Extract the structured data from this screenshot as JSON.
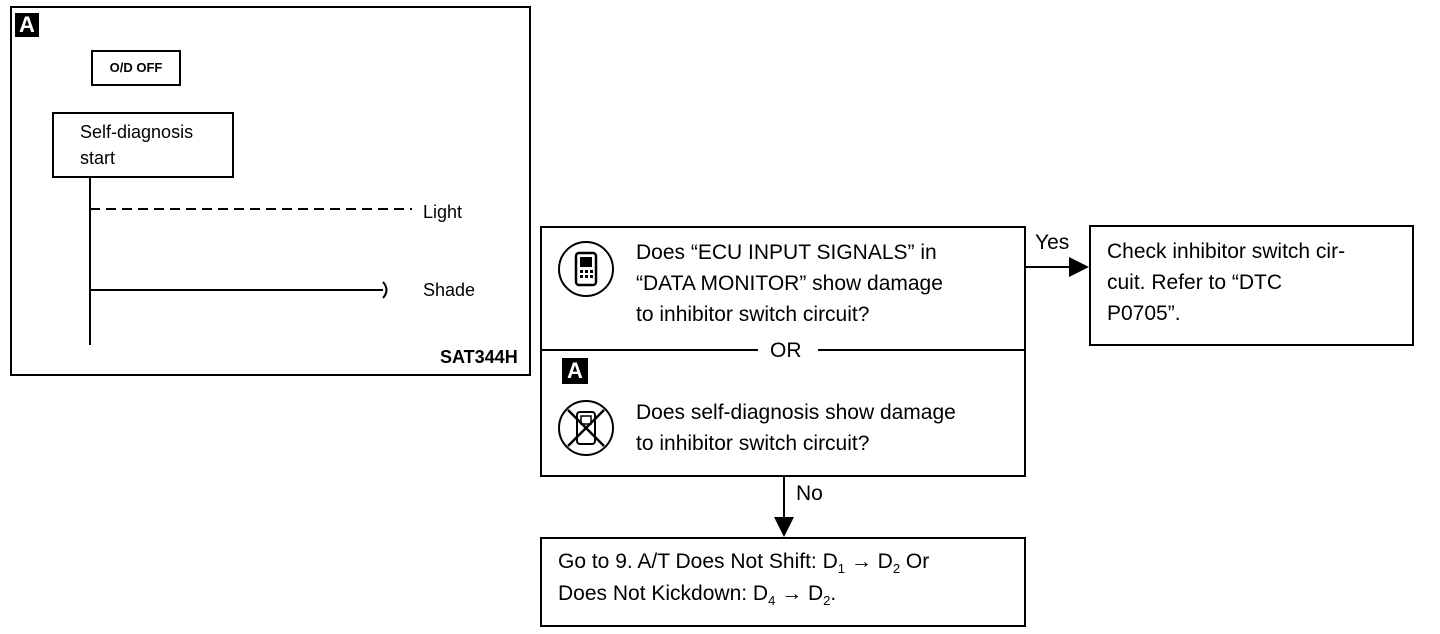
{
  "left_panel": {
    "badge": "A",
    "od_off_label": "O/D OFF",
    "self_diag_line1": "Self-diagnosis",
    "self_diag_line2": "start",
    "light_label": "Light",
    "shade_label": "Shade",
    "figure_code": "SAT344H"
  },
  "flow": {
    "question_a_line1": "Does “ECU INPUT SIGNALS” in",
    "question_a_line2": "“DATA MONITOR” show damage",
    "question_a_line3": "to inhibitor switch circuit?",
    "or_label": "OR",
    "badge": "A",
    "question_b_line1": "Does self-diagnosis show damage",
    "question_b_line2": "to inhibitor switch circuit?",
    "yes_label": "Yes",
    "no_label": "No",
    "yes_result_line1": "Check inhibitor switch cir-",
    "yes_result_line2": "cuit. Refer to “DTC",
    "yes_result_line3": "P0705”.",
    "no_result_line1_a": "Go to 9. A/T Does Not Shift: D",
    "no_result_line1_sub1": "1",
    "no_result_line1_arrow": " → D",
    "no_result_line1_sub2": "2",
    "no_result_line1_b": " Or",
    "no_result_line2_a": "Does Not Kickdown: D",
    "no_result_line2_sub1": "4",
    "no_result_line2_arrow": " → D",
    "no_result_line2_sub2": "2",
    "no_result_line2_b": "."
  },
  "icons": {
    "consult_icon": "consult-tester-icon",
    "no_tools_icon": "no-tools-icon"
  }
}
